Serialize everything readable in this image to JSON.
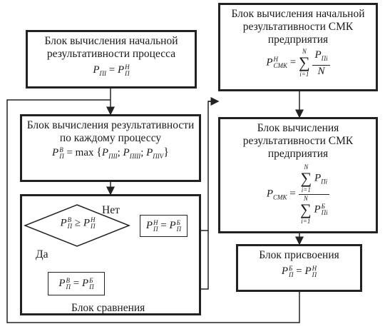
{
  "blocks": {
    "initial_process": {
      "title": "Блок вычисления начальной результативности процесса",
      "lhs": "P",
      "lhs_sub": "ПI",
      "eq": "=",
      "rhs": "P",
      "rhs_sub": "П",
      "rhs_sup": "Н"
    },
    "initial_qms": {
      "title": "Блок вычисления начальной результативности СМК предприятия",
      "lhs": "P",
      "lhs_sub": "СМК",
      "lhs_sup": "Н",
      "eq": "=",
      "sum_top": "N",
      "sum_bottom": "i=1",
      "num": "P",
      "num_sub": "Пi",
      "den": "N"
    },
    "each_process": {
      "title": "Блок вычисления результативности по каждому процессу",
      "lhs": "P",
      "lhs_sub": "П",
      "lhs_sup": "В",
      "eq": "= max",
      "b_open": "{",
      "i1": "P",
      "i1_sub": "ПII",
      "sep1": ";",
      "i2": "P",
      "i2_sub": "ПIII",
      "sep2": ";",
      "i3": "P",
      "i3_sub": "ПIV",
      "b_close": "}"
    },
    "qms_result": {
      "title": "Блок вычисления результативности СМК предприятия",
      "lhs": "P",
      "lhs_sub": "СМК",
      "eq": "=",
      "num_sum_top": "N",
      "num_sum_bottom": "i=1",
      "num_term": "P",
      "num_term_sub": "Пi",
      "den_sum_top": "N",
      "den_sum_bottom": "i=1",
      "den_term": "P",
      "den_term_sub": "Пi",
      "den_term_sup": "Б"
    },
    "comparison": {
      "label": "Блок сравнения",
      "decision": {
        "lhs": "P",
        "lhs_sub": "П",
        "lhs_sup": "В",
        "op": "≥",
        "rhs": "P",
        "rhs_sub": "П",
        "rhs_sup": "Н"
      },
      "no_label": "Нет",
      "yes_label": "Да",
      "assign_no": {
        "lhs": "P",
        "lhs_sub": "П",
        "lhs_sup": "Н",
        "eq": "=",
        "rhs": "P",
        "rhs_sub": "П",
        "rhs_sup": "Б"
      },
      "assign_yes": {
        "lhs": "P",
        "lhs_sub": "П",
        "lhs_sup": "В",
        "eq": "=",
        "rhs": "P",
        "rhs_sub": "П",
        "rhs_sup": "Б"
      }
    },
    "assignment": {
      "title": "Блок присвоения",
      "lhs": "P",
      "lhs_sub": "П",
      "lhs_sup": "Б",
      "eq": "=",
      "rhs": "P",
      "rhs_sub": "П",
      "rhs_sup": "Н"
    }
  }
}
